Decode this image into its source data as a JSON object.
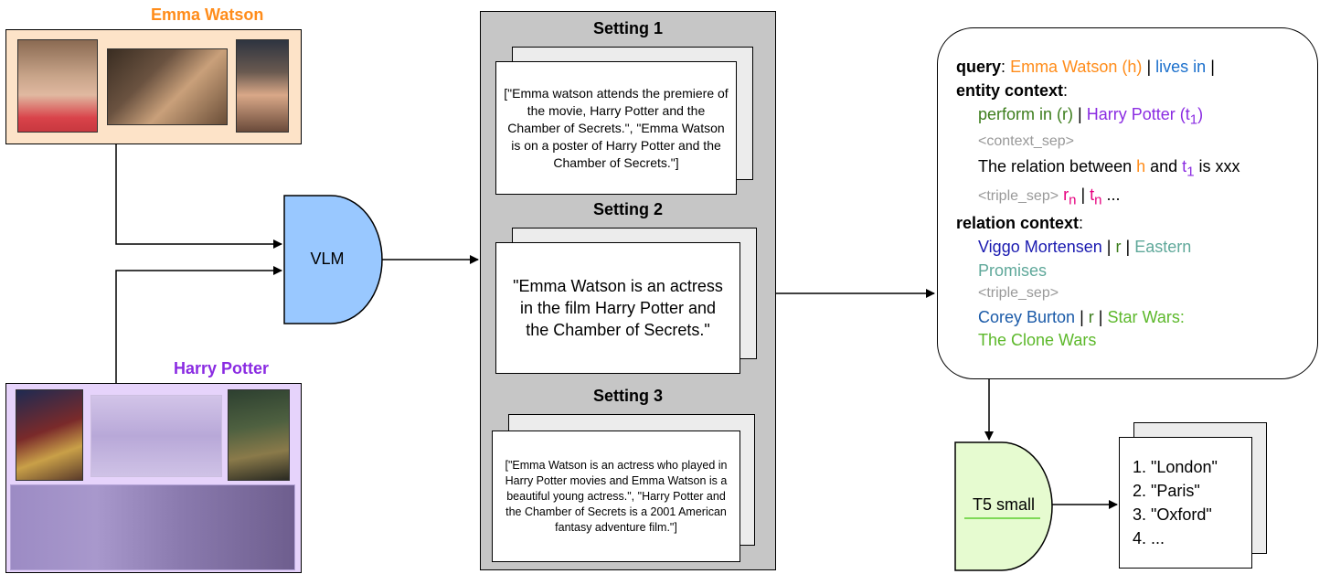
{
  "entities": {
    "emma": {
      "title": "Emma Watson"
    },
    "harry": {
      "title": "Harry Potter"
    }
  },
  "vlm": {
    "label": "VLM"
  },
  "settings": [
    {
      "title": "Setting 1",
      "text": "[\"Emma watson attends the premiere of the movie, Harry Potter and the Chamber of Secrets.\", \"Emma Watson is on a poster of Harry Potter and the Chamber of Secrets.\"]"
    },
    {
      "title": "Setting 2",
      "text": "\"Emma Watson is an actress in the film Harry Potter and the Chamber of Secrets.\""
    },
    {
      "title": "Setting 3",
      "text": "[\"Emma Watson is an actress who played in Harry Potter movies and Emma Watson is a beautiful young actress.\", \"Harry Potter and the Chamber of Secrets is a 2001 American fantasy adventure film.\"]"
    }
  ],
  "input_box": {
    "query_key": "query",
    "query_head": "Emma Watson (h)",
    "sep": "|",
    "query_rel": "lives in",
    "entity_context_key": "entity context",
    "perform_in": "perform in (r)",
    "harry_t1": "Harry Potter (t",
    "sub1": "1",
    "close_paren": ")",
    "context_sep": "<context_sep>",
    "relation_between": "The relation between ",
    "h": "h",
    "and": " and ",
    "t": "t",
    "is_xxx": " is xxx",
    "triple_sep": "<triple_sep>",
    "r": "r",
    "sub_n": "n",
    "ellipsis": " ...",
    "relation_context_key": "relation context",
    "colon": ":",
    "viggo": "Viggo Mortensen",
    "r_plain": "r",
    "eastern": "Eastern",
    "promises": "Promises",
    "corey": "Corey Burton",
    "star_wars": "Star Wars:",
    "clone_wars": "The Clone Wars"
  },
  "t5": {
    "label": "T5 small"
  },
  "outputs": [
    "1. \"London\"",
    "2. \"Paris\"",
    "3. \"Oxford\"",
    "4. ..."
  ]
}
